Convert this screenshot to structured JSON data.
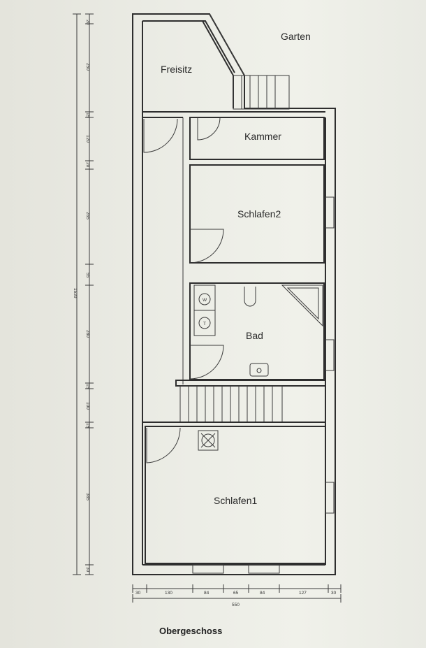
{
  "rooms": {
    "garten": "Garten",
    "freisitz": "Freisitz",
    "kammer": "Kammer",
    "schlafen2": "Schlafen2",
    "bad": "Bad",
    "schlafen1": "Schlafen1"
  },
  "fixtures": {
    "washer_label": "W",
    "dryer_label": "T"
  },
  "dimensions": {
    "vertical": [
      "20",
      "250",
      "15",
      "120",
      "20",
      "265",
      "55",
      "280",
      "15",
      "100",
      "15",
      "385",
      "30"
    ],
    "vertical_total": "1530",
    "horizontal": [
      "30",
      "130",
      "84",
      "65",
      "84",
      "127",
      "30"
    ],
    "horizontal_total": "550"
  },
  "title": "Obergeschoss"
}
